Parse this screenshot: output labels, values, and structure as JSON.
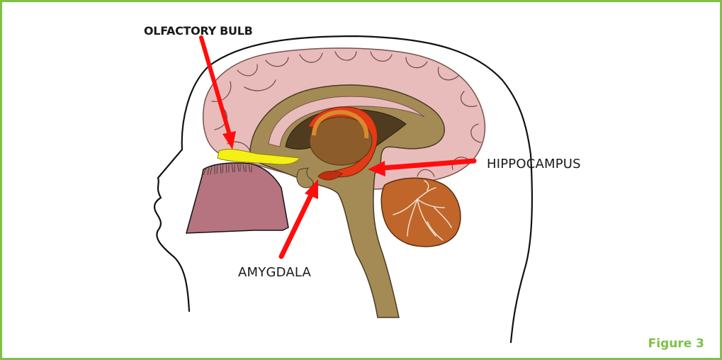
{
  "labels": {
    "olfactory_bulb": "OLFACTORY BULB",
    "hippocampus": "HIPPOCAMPUS",
    "amygdala": "AMYGDALA"
  },
  "caption": "Figure 3",
  "colors": {
    "frame_border": "#7dc246",
    "caption": "#7dc246",
    "arrow": "#ff0d0d",
    "cortex": "#e9bcbc",
    "cortex_outline": "#7a4f4f",
    "white_matter": "#a48b55",
    "ventricle": "#4e3b20",
    "thalamus": "#8c5c2a",
    "hippocampus": "#e23b16",
    "cerebellum": "#c0662a",
    "olfactory_bulb": "#f4f016",
    "nasal_cavity": "#b5747f",
    "head_outline": "#111111"
  }
}
